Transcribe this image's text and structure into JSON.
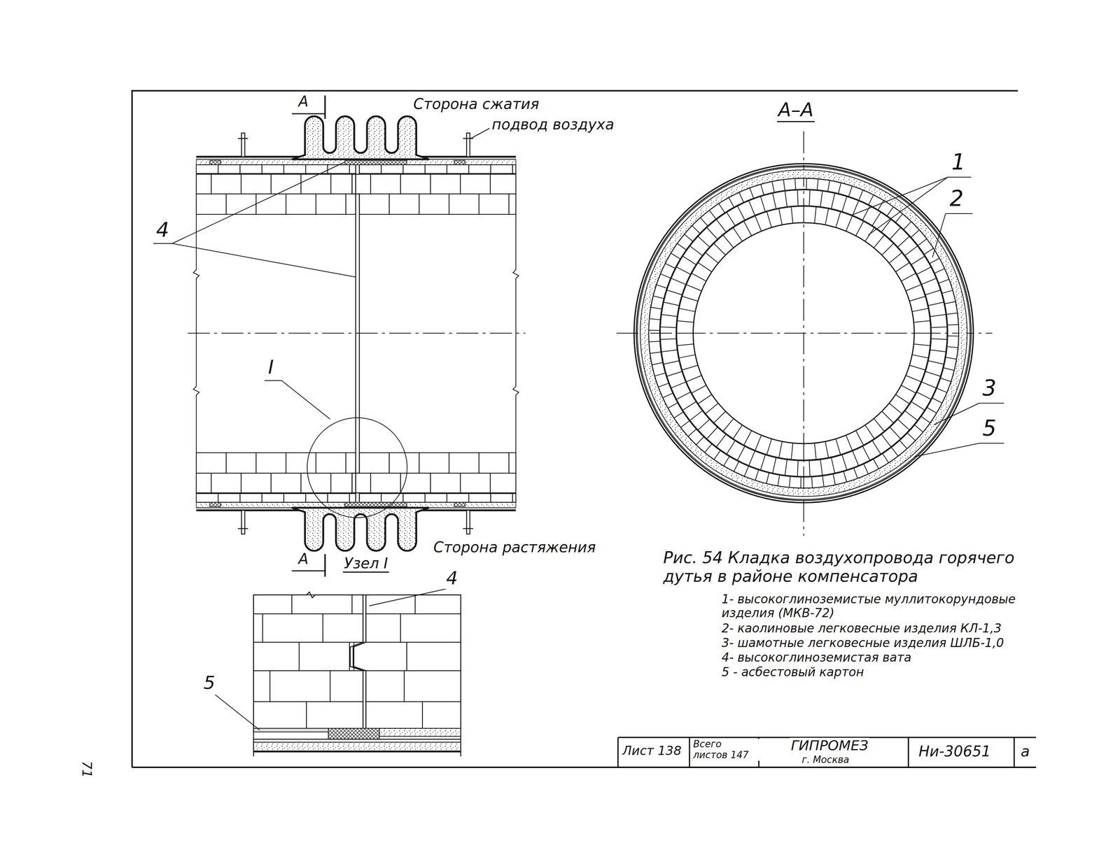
{
  "diagram": {
    "caption": "Рис. 54 Кладка воздухопровода горячего дутья в районе компенсатора",
    "labels": [
      "А",
      "Сторона сжатия",
      "подвод воздуха",
      "4",
      "I",
      "А",
      "Узел I",
      "Сторона растяжения",
      "А–А",
      "1",
      "2",
      "3",
      "5",
      "1- высокоглиноземистые муллитокорундовые изделия (МКВ-72)",
      "2- каолиновые легковесные изделия КЛ-1,3",
      "3- шамотные легковесные изделия ШЛБ-1,0",
      "4- высокоглиноземистая вата",
      "5 - асбестовый картон",
      "4",
      "5",
      "Лист 138",
      "Всего листов 147",
      "ГИПРОМЕЗ",
      "г. Москва",
      "Ни-30651",
      "а",
      "71"
    ]
  }
}
